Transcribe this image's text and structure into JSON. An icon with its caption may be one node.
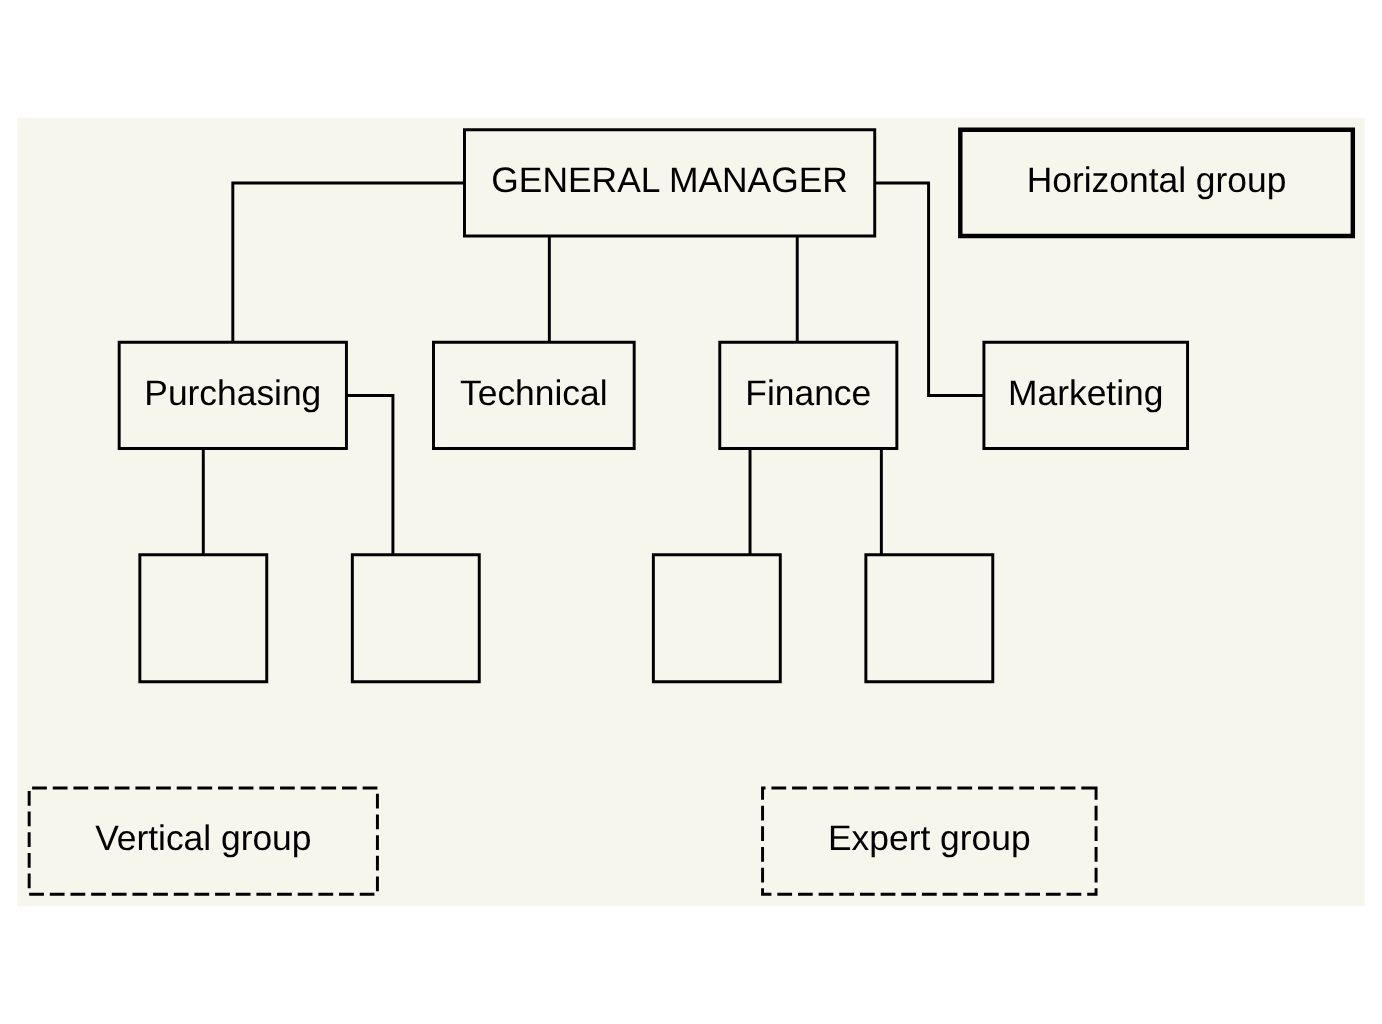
{
  "diagram": {
    "nodes": [
      {
        "text": [
          "GENERAL MANAGER"
        ]
      },
      {
        "text": [
          "Horizontal group"
        ]
      },
      {
        "text": [
          "Purchasing"
        ]
      },
      {
        "text": [
          "Technical"
        ]
      },
      {
        "text": [
          "Finance"
        ]
      },
      {
        "text": [
          "Marketing"
        ]
      },
      {
        "text": [],
        "shape": "box"
      },
      {
        "text": [],
        "shape": "box"
      },
      {
        "text": [],
        "shape": "box"
      },
      {
        "text": [],
        "shape": "box"
      },
      {
        "text": [
          "Expert group"
        ]
      },
      {
        "text": [
          "Vertical group"
        ]
      }
    ],
    "edges": [
      {
        "from": 0,
        "to": 2,
        "arrow": "none"
      },
      {
        "from": 0,
        "to": 3,
        "arrow": "none"
      },
      {
        "from": 0,
        "to": 4,
        "arrow": "none"
      },
      {
        "from": 0,
        "to": 5,
        "arrow": "none"
      },
      {
        "from": 2,
        "to": 6,
        "arrow": "none"
      },
      {
        "from": 2,
        "to": 7,
        "arrow": "none"
      },
      {
        "from": 4,
        "to": 8,
        "arrow": "none"
      },
      {
        "from": 4,
        "to": 9,
        "arrow": "none"
      }
    ]
  }
}
